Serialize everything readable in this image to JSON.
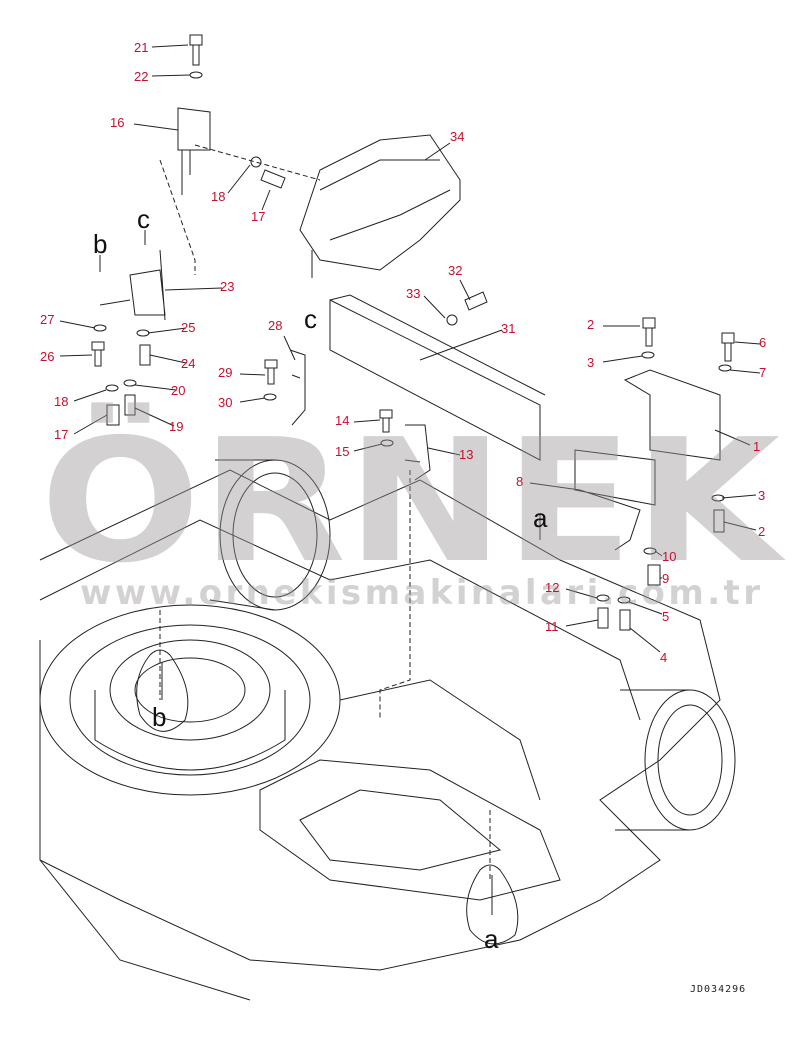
{
  "diagram": {
    "part_labels": [
      "21",
      "22",
      "16",
      "34",
      "18",
      "17",
      "23",
      "32",
      "33",
      "27",
      "25",
      "28",
      "31",
      "2",
      "6",
      "26",
      "24",
      "3",
      "7",
      "29",
      "20",
      "30",
      "18",
      "19",
      "17",
      "14",
      "1",
      "15",
      "13",
      "8",
      "3",
      "2",
      "10",
      "9",
      "12",
      "5",
      "11",
      "4"
    ],
    "view_refs": [
      "c",
      "b",
      "c",
      "a",
      "b",
      "a"
    ],
    "drawing_code": "JD034296",
    "label_color": "#c8102e"
  },
  "watermark": {
    "logo": "ÖRNEK",
    "url": "www.ornekismakinalari.com.tr"
  }
}
